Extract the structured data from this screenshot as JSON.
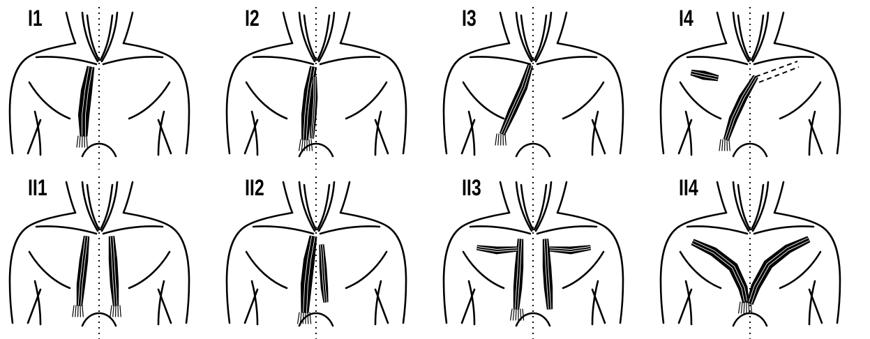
{
  "figure": {
    "panels": [
      {
        "label": "I1",
        "variant": "I1"
      },
      {
        "label": "I2",
        "variant": "I2"
      },
      {
        "label": "I3",
        "variant": "I3"
      },
      {
        "label": "I4",
        "variant": "I4"
      },
      {
        "label": "II1",
        "variant": "II1"
      },
      {
        "label": "II2",
        "variant": "II2"
      },
      {
        "label": "II3",
        "variant": "II3"
      },
      {
        "label": "II4",
        "variant": "II4"
      }
    ]
  }
}
